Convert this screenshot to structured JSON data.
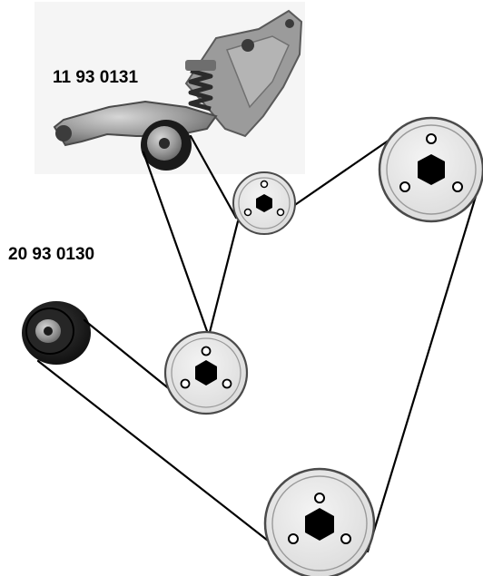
{
  "labels": {
    "tensioner_part_number": "11 93 0131",
    "idler_part_number": "20 93 0130"
  },
  "colors": {
    "belt": "#000000",
    "pulley_face": "#e6e6e6",
    "pulley_rim": "#4a4a4a",
    "hub": "#000000",
    "bracket_metal": "#8f8f8f",
    "idler_roller": "#151515"
  },
  "icons": {
    "tensioner": "tensioner-assembly-photo",
    "idler": "idler-roller-photo"
  }
}
